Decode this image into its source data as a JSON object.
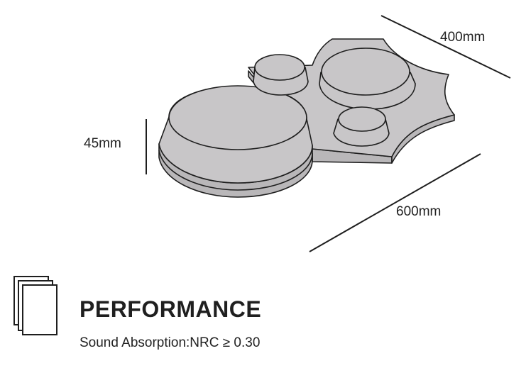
{
  "dimensions": {
    "depth_label": "400mm",
    "length_label": "600mm",
    "height_label": "45mm"
  },
  "performance": {
    "heading": "PERFORMANCE",
    "spec_text": "Sound Absorption:NRC ≥ 0.30"
  },
  "icons": {
    "documents": "stacked-documents-icon"
  },
  "colors": {
    "panel_fill": "#c8c6c8",
    "outline": "#1e1e1e",
    "text": "#222222"
  }
}
